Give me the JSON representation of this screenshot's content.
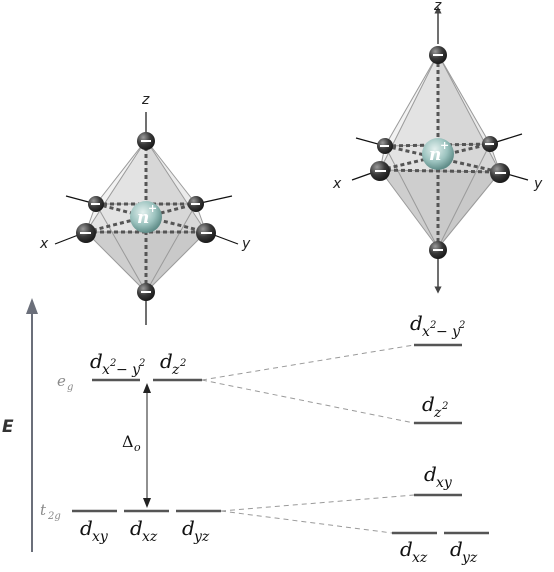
{
  "octahedron": {
    "axis_z": "z",
    "axis_x": "x",
    "axis_y": "y",
    "ion": "n",
    "ion_charge": "+"
  },
  "elongated": {
    "axis_z": "z",
    "axis_x": "x",
    "axis_y": "y",
    "ion": "n",
    "ion_charge": "+"
  },
  "energy_axis": {
    "label": "E"
  },
  "octahedral_levels": {
    "eg_label": "e",
    "eg_sub": "g",
    "t2g_label": "t",
    "t2g_sub": "2g",
    "delta": "Δ",
    "delta_sub": "o",
    "eg_orbitals": [
      {
        "d": "d",
        "sub": "x",
        "sup1": "2",
        "mid": "− y",
        "sup2": "2"
      },
      {
        "d": "d",
        "sub": "z",
        "sup1": "2"
      }
    ],
    "t2g_orbitals": [
      {
        "d": "d",
        "sub": "xy"
      },
      {
        "d": "d",
        "sub": "xz"
      },
      {
        "d": "d",
        "sub": "yz"
      }
    ]
  },
  "tetragonal_levels": {
    "top": {
      "d": "d",
      "sub": "x",
      "sup1": "2",
      "mid": "− y",
      "sup2": "2"
    },
    "second": {
      "d": "d",
      "sub": "z",
      "sup1": "2"
    },
    "third": {
      "d": "d",
      "sub": "xy"
    },
    "bottom": [
      {
        "d": "d",
        "sub": "xz"
      },
      {
        "d": "d",
        "sub": "yz"
      }
    ]
  },
  "colors": {
    "level_line": "#555555",
    "dashed": "#9a9a9a",
    "energy_arrow": "#6b6f7a",
    "ion": "#8fb8b4",
    "ligand": "#3a3a3a",
    "octahedron_face": "#d8d8d8"
  }
}
